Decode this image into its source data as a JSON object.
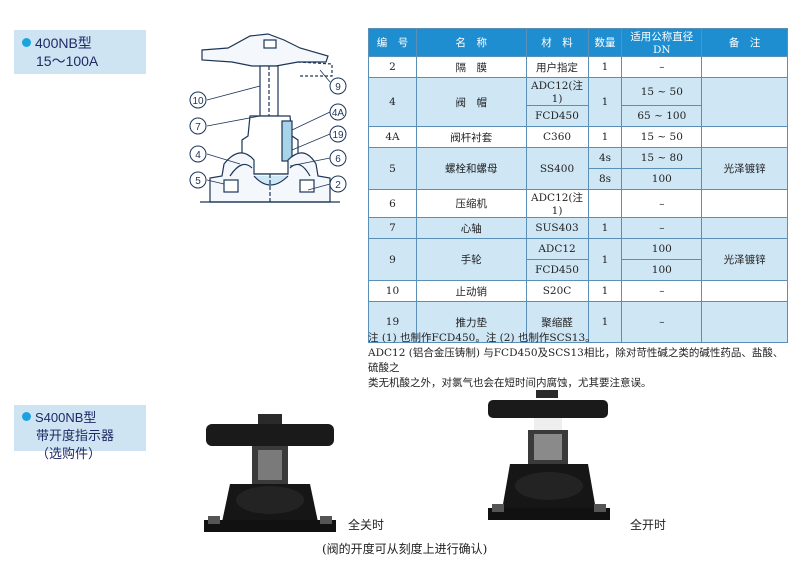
{
  "section1": {
    "title_line1": "400NB型",
    "title_line2": "15～100A"
  },
  "section2": {
    "title_line1": "S400NB型",
    "title_line2": "带开度指示器（选购件）"
  },
  "diagram_labels": [
    "10",
    "7",
    "4",
    "5",
    "9",
    "4A",
    "19",
    "6",
    "2"
  ],
  "table": {
    "headers": [
      "编　号",
      "名　称",
      "材　料",
      "数量",
      "适用公称直径 DN",
      "备　注"
    ],
    "rows": {
      "r2": {
        "no": "2",
        "name": "隔　膜",
        "mat": "用户指定",
        "qty": "1",
        "dn": "–",
        "note": ""
      },
      "r4": {
        "no": "4",
        "name": "阀　帽",
        "mat_a": "ADC12(注1)",
        "mat_b": "FCD450",
        "qty": "1",
        "dn_a": "15 ~ 50",
        "dn_b": "65 ~ 100",
        "note": ""
      },
      "r4A": {
        "no": "4A",
        "name": "阀杆衬套",
        "mat": "C360",
        "qty": "1",
        "dn": "15 ~ 50",
        "note": ""
      },
      "r5": {
        "no": "5",
        "name": "螺栓和螺母",
        "mat": "SS400",
        "qty_a": "4s",
        "qty_b": "8s",
        "dn_a": "15 ~ 80",
        "dn_b": "100",
        "note": "光泽镀锌"
      },
      "r6": {
        "no": "6",
        "name": "压缩机",
        "mat": "ADC12(注1)",
        "qty": "",
        "dn": "–",
        "note": ""
      },
      "r7": {
        "no": "7",
        "name": "心轴",
        "mat": "SUS403",
        "qty": "1",
        "dn": "–",
        "note": ""
      },
      "r9": {
        "no": "9",
        "name": "手轮",
        "mat_a": "ADC12",
        "mat_b": "FCD450",
        "qty": "1",
        "dn_a": "100",
        "dn_b": "100",
        "note": "光泽镀锌"
      },
      "r10": {
        "no": "10",
        "name": "止动销",
        "mat": "S20C",
        "qty": "1",
        "dn": "–",
        "note": ""
      },
      "r19": {
        "no": "19",
        "name": "推力垫",
        "mat": "聚缩醛",
        "qty": "1",
        "dn": "–",
        "note": ""
      }
    }
  },
  "notes": {
    "line1": "注 (1) 也制作FCD450。注 (2) 也制作SCS13。",
    "line2": "ADC12 (铝合金压铸制) 与FCD450及SCS13相比，除对苛性碱之类的碱性药品、盐酸、硫酸之",
    "line3": "类无机酸之外，对氯气也会在短时间内腐蚀，尤其要注意误。"
  },
  "captions": {
    "closed": "全关时",
    "open": "全开时",
    "footnote": "(阀的开度可从刻度上进行确认)"
  }
}
